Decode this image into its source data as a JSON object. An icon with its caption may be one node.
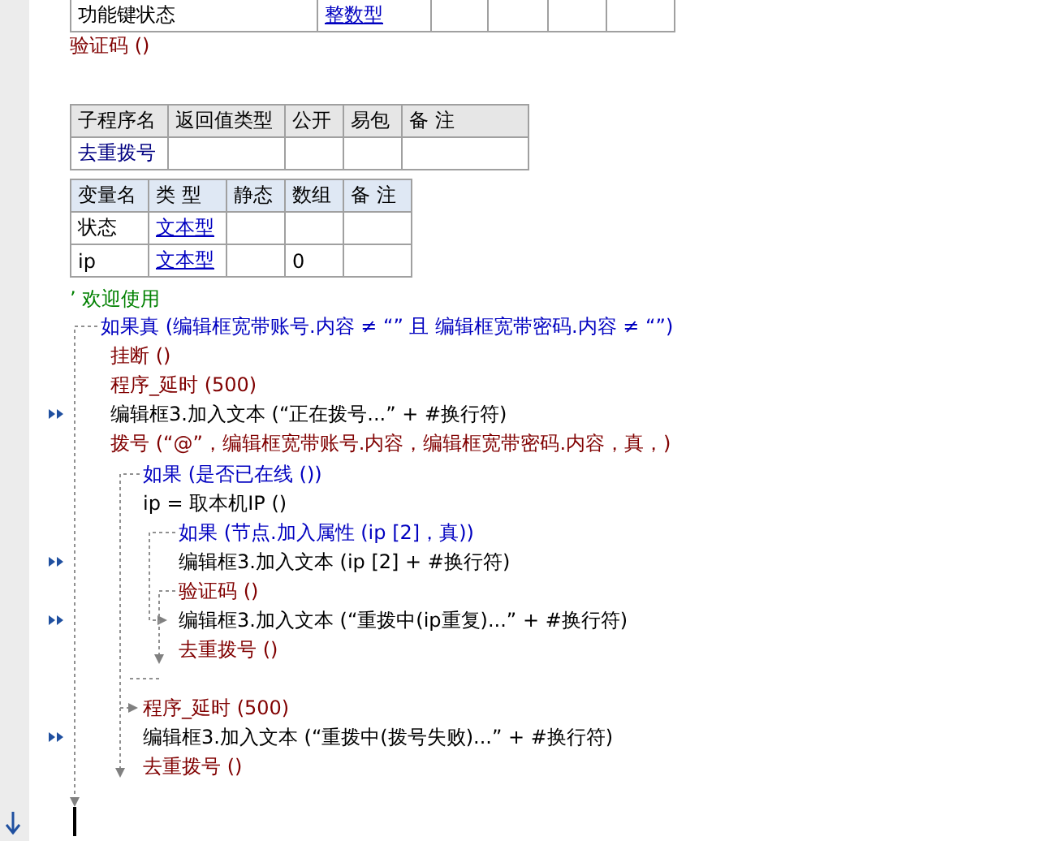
{
  "diagram": {
    "labels": [
      "功能键状态",
      "整数型",
      "验证码 ()",
      "子程序名",
      "返回值类型",
      "公开",
      "易包",
      "备 注",
      "去重拨号",
      "变量名",
      "类 型",
      "静态",
      "数组",
      "备 注",
      "状态",
      "文本型",
      "ip",
      "文本型",
      "0",
      "’ 欢迎使用",
      "如果真 (编辑框宽带账号.内容 ≠ “” 且 编辑框宽带密码.内容 ≠ “”)",
      "挂断 ()",
      "程序_延时 (500)",
      "编辑框3.加入文本 (“正在拨号...” + #换行符)",
      "拨号 (“@”，编辑框宽带账号.内容，编辑框宽带密码.内容，真，)",
      "如果 (是否已在线 ())",
      "ip = 取本机IP ()",
      "如果 (节点.加入属性 (ip [2]，真))",
      "编辑框3.加入文本 (ip [2] + #换行符)",
      "验证码 ()",
      "编辑框3.加入文本 (“重拨中(ip重复)...” + #换行符)",
      "去重拨号 ()",
      "程序_延时 (500)",
      "编辑框3.加入文本 (“重拨中(拨号失败)...” + #换行符)",
      "去重拨号 ()"
    ]
  }
}
